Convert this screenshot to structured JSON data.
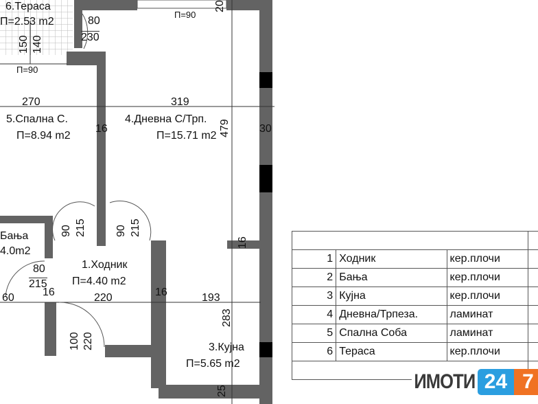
{
  "rooms": {
    "terrace": {
      "name": "6.Тераса",
      "area": "П=2.53 m2"
    },
    "bedroom": {
      "name": "5.Спална С.",
      "area": "П=8.94 m2"
    },
    "living": {
      "name": "4.Дневна  С/Трп.",
      "area": "П=15.71 m2"
    },
    "bathroom": {
      "name": "Бања",
      "area": "4.0m2"
    },
    "hallway": {
      "name": "1.Ходник",
      "area": "П=4.40 m2"
    },
    "kitchen": {
      "name": "3.Кујна",
      "area": "П=5.65 m2"
    }
  },
  "dimensions": {
    "d270": "270",
    "d319": "319",
    "d16a": "16",
    "d30": "30",
    "d479": "479",
    "d20": "20",
    "p90a": "П=90",
    "p90b": "П=90",
    "d150": "150",
    "d140": "140",
    "door1w": "80",
    "door1h": "230",
    "door2w": "90",
    "door2h": "215",
    "door3w": "90",
    "door3h": "215",
    "door4w": "80",
    "door4h": "215",
    "door5w": "100",
    "door5h": "220",
    "d60": "60",
    "d16b": "16",
    "d220": "220",
    "d16c": "16",
    "d193": "193",
    "d16d": "16",
    "d283": "283",
    "d25": "25"
  },
  "table": {
    "rows": [
      {
        "no": "1",
        "room": "Ходник",
        "floor": "кер.плочи"
      },
      {
        "no": "2",
        "room": "Бања",
        "floor": "кер.плочи"
      },
      {
        "no": "3",
        "room": "Кујна",
        "floor": "кер.плочи"
      },
      {
        "no": "4",
        "room": "Дневна/Трпеза.",
        "floor": "ламинат"
      },
      {
        "no": "5",
        "room": "Спална Соба",
        "floor": "ламинат"
      },
      {
        "no": "6",
        "room": "Тераса",
        "floor": "кер.плочи"
      }
    ]
  },
  "logo": {
    "text": "ИМОТИ",
    "n24": "24",
    "n7": "7",
    "colors": {
      "blue": "#2b9ee0",
      "orange": "#f07223"
    }
  }
}
